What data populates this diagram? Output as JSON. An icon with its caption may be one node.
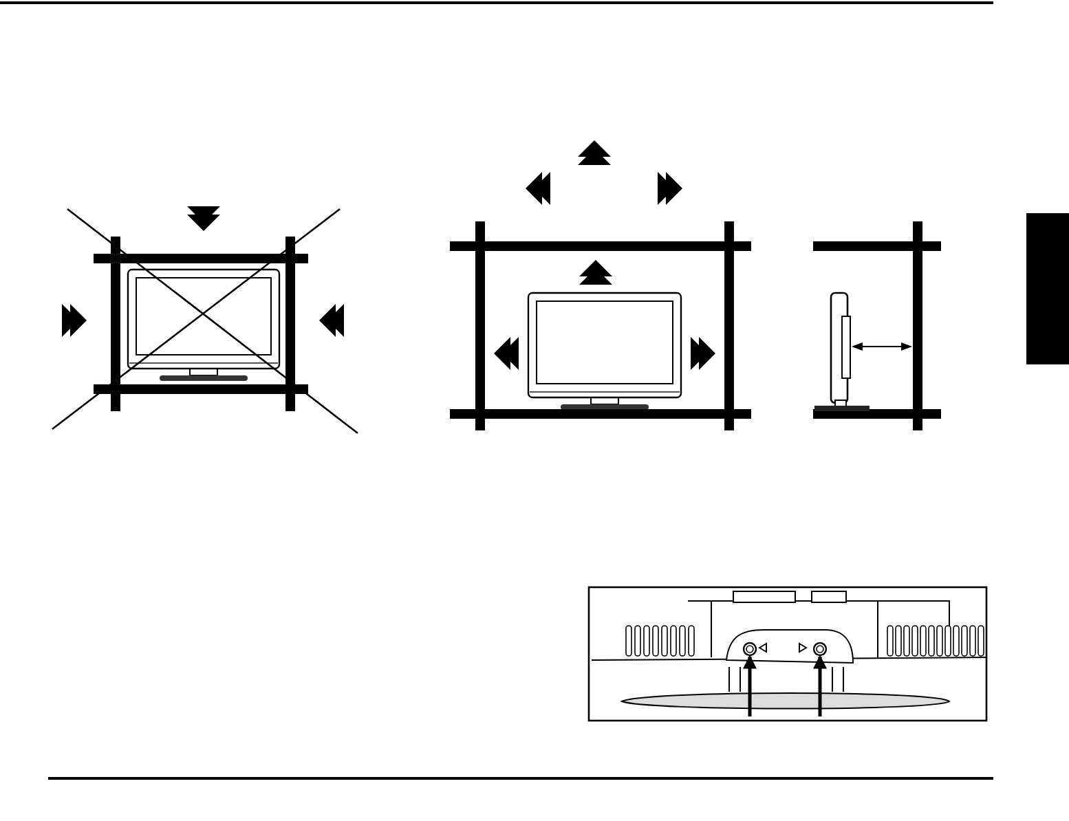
{
  "diagram": {
    "nodes": [
      {
        "text": [],
        "shape": "circle"
      },
      {
        "text": [],
        "shape": "circle"
      },
      {
        "text": [],
        "shape": "box"
      }
    ],
    "edges": [
      {
        "from": null,
        "to": 0,
        "arrow": "to"
      },
      {
        "from": null,
        "to": 1,
        "arrow": "to"
      }
    ]
  }
}
